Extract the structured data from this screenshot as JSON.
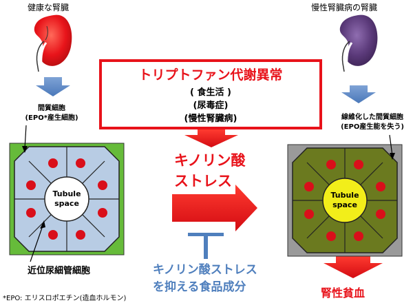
{
  "left": {
    "kidney_caption": "健康な腎臓",
    "interstitial_line1": "間質細胞",
    "interstitial_line2": "(EPO*産生細胞)",
    "tubule_line1": "Tubule",
    "tubule_line2": "space",
    "cell_label": "近位尿細管細胞"
  },
  "right": {
    "kidney_caption": "慢性腎臓病の腎臓",
    "interstitial_line1": "線維化した間質細胞",
    "interstitial_line2": "(EPO産生能を失う)",
    "tubule_line1": "Tubule",
    "tubule_line2": "space",
    "outcome": "腎性貧血"
  },
  "center_box": {
    "title": "トリプトファン代謝異常",
    "lines": [
      "( 食生活 )",
      "(尿毒症)",
      "(慢性腎臓病)"
    ]
  },
  "stress": {
    "line1": "キノリン酸",
    "line2": "ストレス"
  },
  "inhibitor": {
    "line1": "キノリン酸ストレス",
    "line2": "を抑える食品成分"
  },
  "footnote": "*EPO: エリスロポエチン(造血ホルモン)",
  "colors": {
    "red": "#e8121a",
    "blue_arrow": "#5b86c6",
    "inhibitor_blue": "#4f7fbd",
    "healthy_bg": "#66bb3a",
    "ckd_bg": "#9a9a9a",
    "cell_healthy": "#b8cce4",
    "cell_ckd": "#6b7a1f",
    "tubule_ckd": "#f2ee1a",
    "kidney_healthy": "#e8141a",
    "kidney_ckd": "#5b3a7a"
  }
}
